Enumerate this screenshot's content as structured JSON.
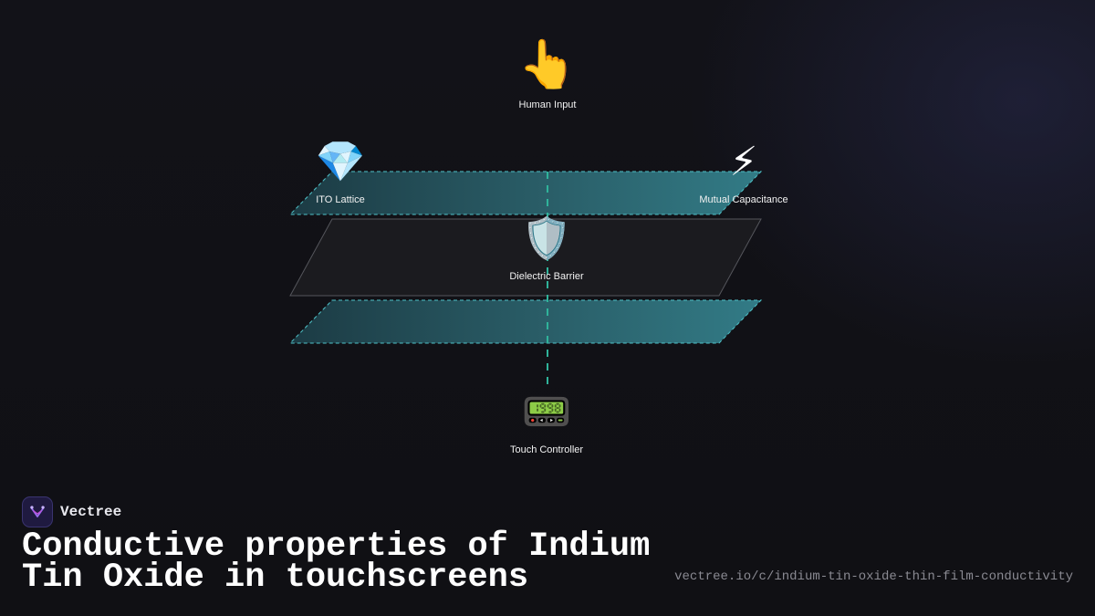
{
  "diagram": {
    "nodes": {
      "human_input": {
        "label": "Human Input",
        "icon": "pointing-hand-icon",
        "glyph": "👆"
      },
      "ito_lattice": {
        "label": "ITO Lattice",
        "icon": "gem-icon",
        "glyph": "💎"
      },
      "mutual_capacitance": {
        "label": "Mutual Capacitance",
        "icon": "lightning-icon",
        "glyph": "⚡"
      },
      "dielectric_barrier": {
        "label": "Dielectric Barrier",
        "icon": "shield-icon",
        "glyph": "🛡️"
      },
      "touch_controller": {
        "label": "Touch Controller",
        "icon": "pager-icon",
        "glyph": "📟"
      }
    },
    "colors": {
      "conductive_layer": "#2e6e78",
      "conductive_layer_edge": "#4fc3c9",
      "dielectric_layer": "#1b1b1f",
      "dielectric_edge": "#55565c",
      "connector": "#2fb39a"
    }
  },
  "footer": {
    "brand_name": "Vectree",
    "brand_icon": "vectree-logo-icon",
    "title": "Conductive properties of Indium Tin Oxide in touchscreens",
    "url": "vectree.io/c/indium-tin-oxide-thin-film-conductivity"
  }
}
